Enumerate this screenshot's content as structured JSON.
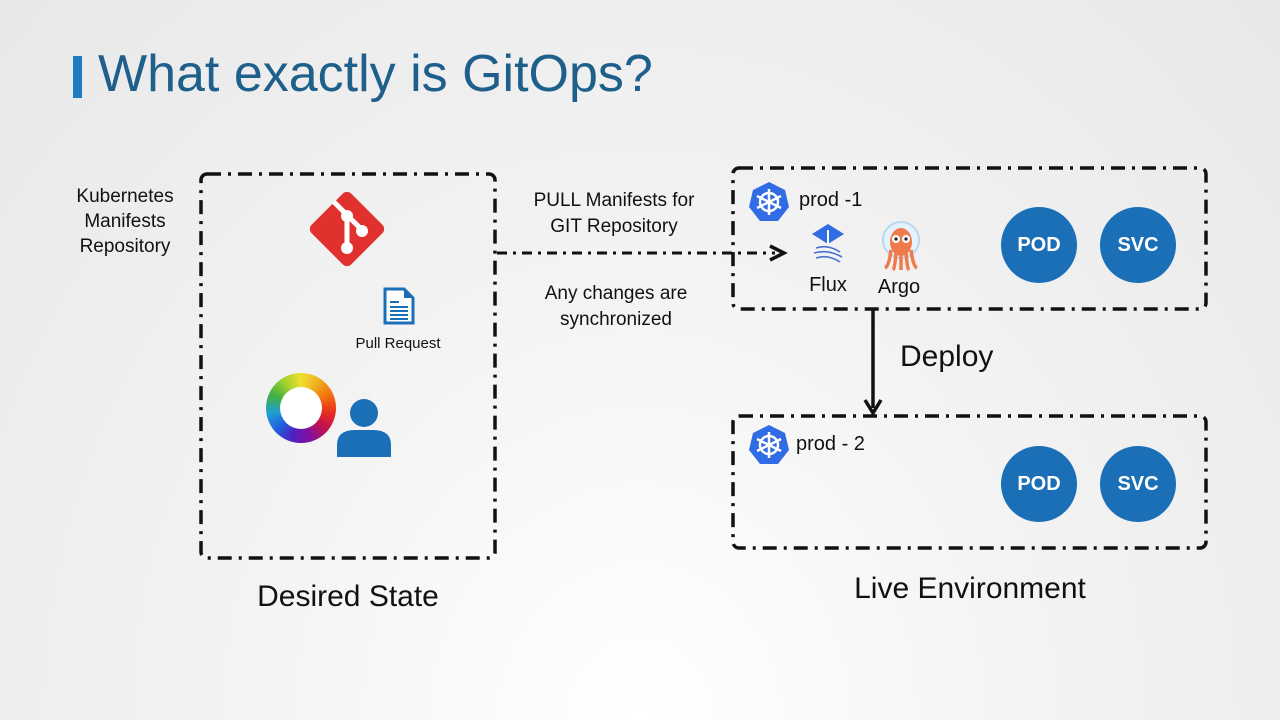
{
  "title": "What exactly is GitOps?",
  "colors": {
    "accent": "#1f7bbf",
    "title": "#1e5f8c",
    "pod": "#1b6fb6",
    "git": "#e0312f"
  },
  "repo_label": [
    "Kubernetes",
    "Manifests",
    "Repository"
  ],
  "pull_request": "Pull Request",
  "desired_state": "Desired State",
  "pull_text": [
    "PULL Manifests for",
    "GIT Repository"
  ],
  "sync_text": [
    "Any changes are",
    "synchronized"
  ],
  "prod1": {
    "name": "prod -1",
    "flux": "Flux",
    "argo": "Argo",
    "pod": "POD",
    "svc": "SVC"
  },
  "deploy": "Deploy",
  "prod2": {
    "name": "prod - 2",
    "pod": "POD",
    "svc": "SVC"
  },
  "live_env": "Live Environment"
}
